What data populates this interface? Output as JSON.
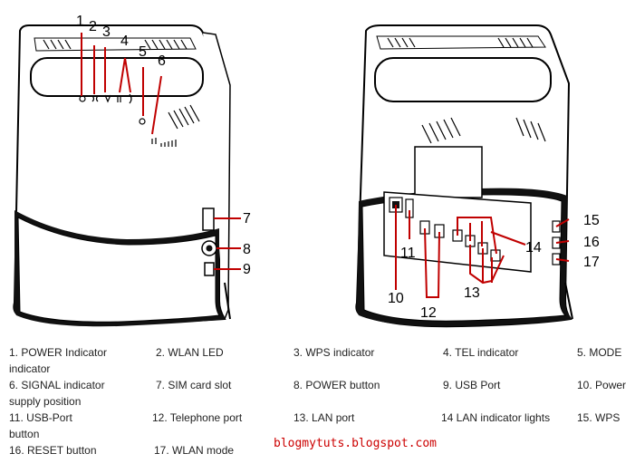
{
  "callouts": [
    "1",
    "2",
    "3",
    "4",
    "5",
    "6",
    "7",
    "8",
    "9",
    "10",
    "11",
    "12",
    "13",
    "14",
    "15",
    "16",
    "17"
  ],
  "legend": [
    "1. POWER Indicator",
    "2. WLAN LED",
    "3. WPS indicator",
    "4. TEL indicator",
    "5. MODE",
    "indicator",
    "6. SIGNAL indicator",
    "7. SIM card slot",
    "8. POWER button",
    "9. USB Port",
    "10. Power",
    "supply position",
    "11. USB-Port",
    "12. Telephone port",
    "13. LAN port",
    "14 LAN indicator lights",
    "15. WPS",
    "button",
    "16. RESET button",
    "17. WLAN mode"
  ],
  "watermark": "blogmytuts.blogspot.com",
  "colors": {
    "callout_line": "#c00000",
    "watermark": "#cc0000",
    "figure_bg": "#f2f2f2"
  }
}
